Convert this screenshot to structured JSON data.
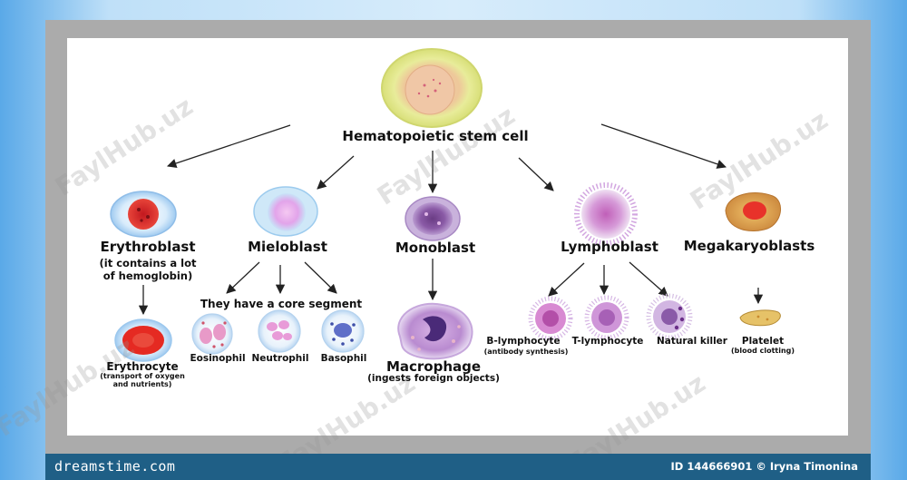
{
  "stem_cell": {
    "label": "Hematopoietic stem cell"
  },
  "lineages": {
    "erythroblast": {
      "label": "Erythroblast",
      "note": "(it contains a lot",
      "note2": "of hemoglobin)"
    },
    "mieloblast": {
      "label": "Mieloblast",
      "note": "They have a core segment"
    },
    "monoblast": {
      "label": "Monoblast"
    },
    "lymphoblast": {
      "label": "Lymphoblast"
    },
    "megakaryoblasts": {
      "label": "Megakaryoblasts"
    }
  },
  "mature": {
    "erythrocyte": {
      "label": "Erythrocyte",
      "note": "(transport of oxygen",
      "note2": "and nutrients)"
    },
    "eosinophil": {
      "label": "Eosinophil"
    },
    "neutrophil": {
      "label": "Neutrophil"
    },
    "basophil": {
      "label": "Basophil"
    },
    "macrophage": {
      "label": "Macrophage",
      "note": "(ingests foreign objects)"
    },
    "b_lymphocyte": {
      "label": "B-lymphocyte",
      "note": "(antibody synthesis)"
    },
    "t_lymphocyte": {
      "label": "T-lymphocyte"
    },
    "natural_killer": {
      "label": "Natural killer"
    },
    "platelet": {
      "label": "Platelet",
      "note": "(blood clotting)"
    }
  },
  "watermark": {
    "text": "FaylHub.uz",
    "stock": "dreamstime"
  },
  "footer": {
    "brand": "dreamstime.com",
    "id_text": "ID 144666901 © Iryna Timonina"
  },
  "colors": {
    "footer_bg": "#1f5f86",
    "frame": "#ababab",
    "red_cell": "#e8322a",
    "stem_cell": "#e6e890"
  }
}
